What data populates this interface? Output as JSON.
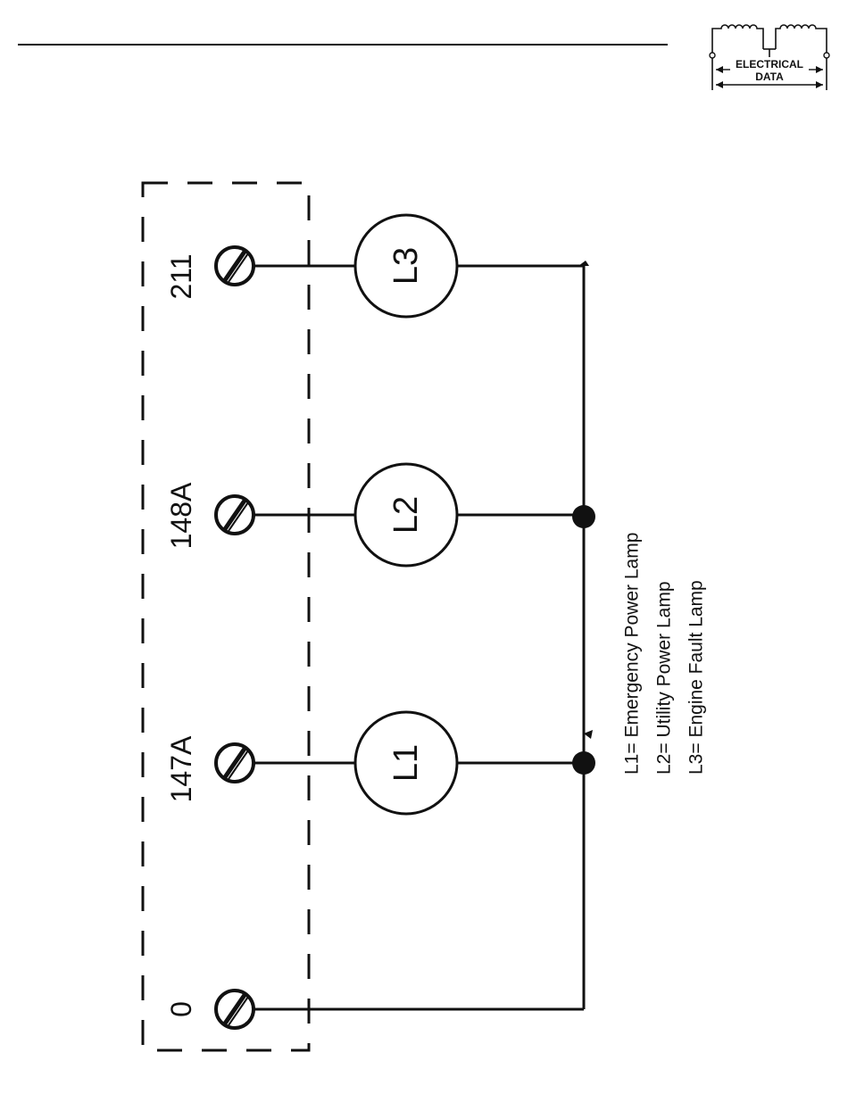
{
  "badge": {
    "line1": "ELECTRICAL",
    "line2": "DATA"
  },
  "terminals": [
    {
      "id": "t0",
      "label": "0"
    },
    {
      "id": "t147a",
      "label": "147A"
    },
    {
      "id": "t148a",
      "label": "148A"
    },
    {
      "id": "t211",
      "label": "211"
    }
  ],
  "lamps": [
    {
      "id": "l1",
      "label": "L1"
    },
    {
      "id": "l2",
      "label": "L2"
    },
    {
      "id": "l3",
      "label": "L3"
    }
  ],
  "legend": [
    "L1= Emergency Power Lamp",
    "L2= Utility Power Lamp",
    "L3= Engine Fault Lamp"
  ]
}
